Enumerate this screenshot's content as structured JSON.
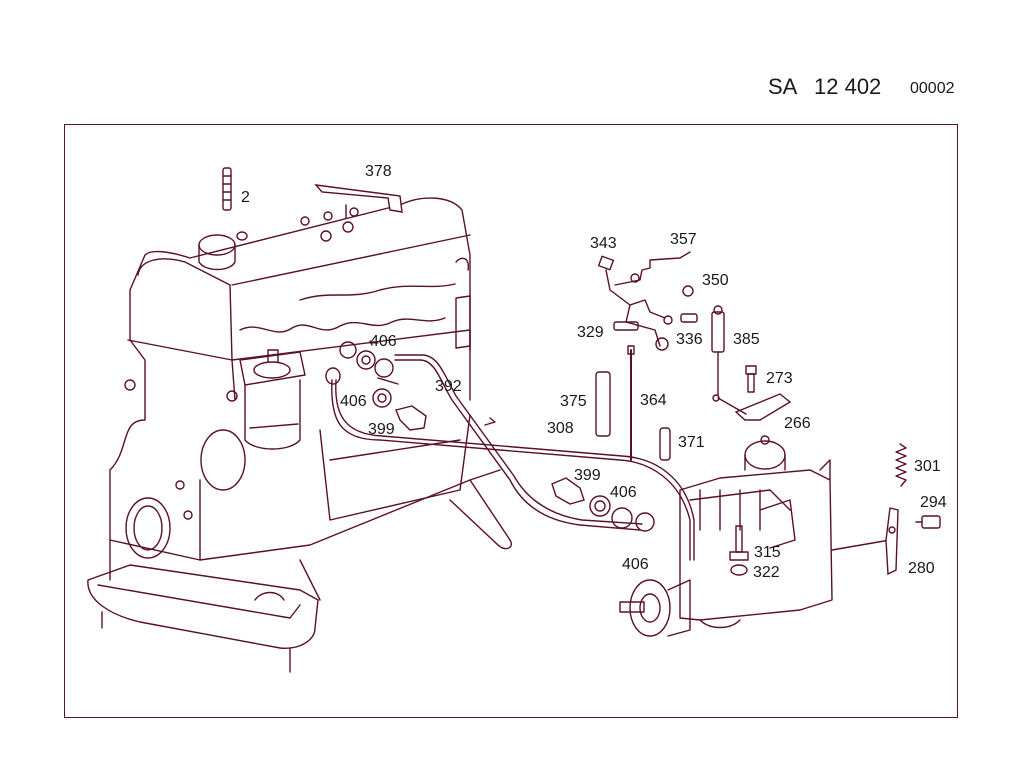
{
  "header": {
    "prefix": "SA",
    "number": "12 402",
    "sheet": "00002"
  },
  "colors": {
    "line": "#5a1028",
    "frame": "#5a1028",
    "text": "#1a1a1a",
    "background": "#ffffff"
  },
  "callouts": {
    "c2": "2",
    "c378": "378",
    "c343": "343",
    "c357": "357",
    "c350": "350",
    "c329": "329",
    "c336": "336",
    "c385": "385",
    "c406a": "406",
    "c392": "392",
    "c406b": "406",
    "c399a": "399",
    "c375": "375",
    "c364": "364",
    "c273": "273",
    "c308": "308",
    "c266": "266",
    "c371": "371",
    "c301": "301",
    "c399b": "399",
    "c406c": "406",
    "c294": "294",
    "c315": "315",
    "c406d": "406",
    "c322": "322",
    "c280": "280"
  }
}
